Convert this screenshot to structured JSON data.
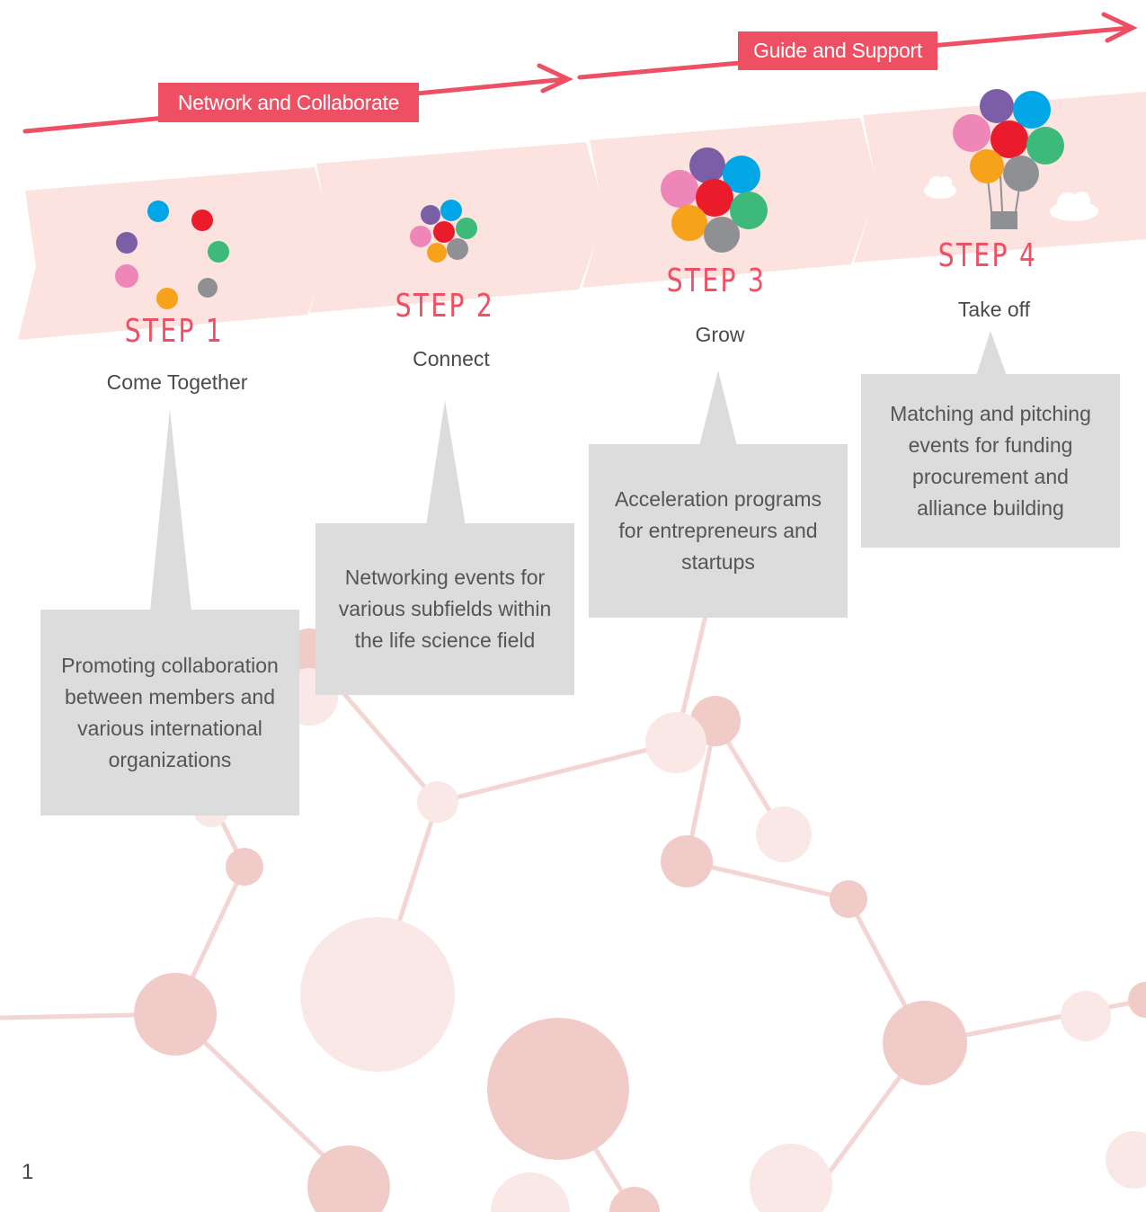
{
  "phases": {
    "network_label": "Network and Collaborate",
    "guide_label": "Guide and Support"
  },
  "colors": {
    "accent": "#ee4f62",
    "band": "#fde3e0",
    "callout": "#dcdcdc",
    "molecule": "#f0cbc8"
  },
  "steps": [
    {
      "number": "STEP 1",
      "name": "Come Together",
      "icon": "scattered-dots-icon",
      "description": "Promoting collaboration between members and various international organizations"
    },
    {
      "number": "STEP 2",
      "name": "Connect",
      "icon": "small-dot-cluster-icon",
      "description": "Networking events for various subfields within the life science field"
    },
    {
      "number": "STEP 3",
      "name": "Grow",
      "icon": "large-dot-cluster-icon",
      "description": "Acceleration programs for entrepreneurs and startups"
    },
    {
      "number": "STEP 4",
      "name": "Take off",
      "icon": "hot-air-balloon-icon",
      "description": "Matching and pitching events for funding procurement and alliance building"
    }
  ],
  "page_number": "1"
}
